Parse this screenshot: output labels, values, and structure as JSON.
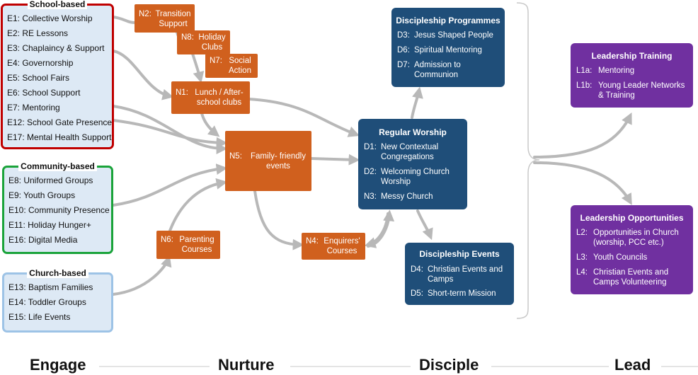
{
  "engage": {
    "school": {
      "title": "School-based",
      "items": [
        "E1: Collective Worship",
        "E2: RE Lessons",
        "E3: Chaplaincy & Support",
        "E4: Governorship",
        "E5: School Fairs",
        "E6: School Support",
        "E7: Mentoring",
        "E12: School Gate Presence",
        "E17: Mental Health Support"
      ],
      "border_color": "#c00000"
    },
    "community": {
      "title": "Community-based",
      "items": [
        "E8: Uniformed Groups",
        "E9: Youth Groups",
        "E10: Community Presence",
        "E11: Holiday Hunger+",
        "E16: Digital Media"
      ],
      "border_color": "#1aa33a"
    },
    "church": {
      "title": "Church-based",
      "items": [
        "E13: Baptism Families",
        "E14: Toddler Groups",
        "E15: Life Events"
      ],
      "border_color": "#9dc3e6"
    }
  },
  "nurture": {
    "n2": {
      "code": "N2:",
      "lines": [
        "Transition",
        "Support"
      ]
    },
    "n8": {
      "code": "N8:",
      "lines": [
        "Holiday",
        "Clubs"
      ]
    },
    "n7": {
      "code": "N7:",
      "lines": [
        "Social",
        "Action"
      ]
    },
    "n1": {
      "code": "N1:",
      "lines": [
        "Lunch / After-",
        "school clubs"
      ]
    },
    "n5": {
      "code": "N5:",
      "lines": [
        "Family- friendly",
        "events"
      ]
    },
    "n6": {
      "code": "N6:",
      "lines": [
        "Parenting",
        "Courses"
      ]
    },
    "n4": {
      "code": "N4:",
      "lines": [
        "Enquirers'",
        "Courses"
      ]
    },
    "color": "#d0601e"
  },
  "disciple": {
    "programmes": {
      "title": "Discipleship Programmes",
      "items": [
        {
          "code": "D3:",
          "lines": [
            "Jesus Shaped People"
          ]
        },
        {
          "code": "D6:",
          "lines": [
            "Spiritual Mentoring"
          ]
        },
        {
          "code": "D7:",
          "lines": [
            "Admission to",
            "Communion"
          ]
        }
      ]
    },
    "worship": {
      "title": "Regular Worship",
      "items": [
        {
          "code": "D1:",
          "lines": [
            "New Contextual",
            "Congregations"
          ]
        },
        {
          "code": "D2:",
          "lines": [
            "Welcoming Church",
            "Worship"
          ]
        },
        {
          "code": "N3:",
          "lines": [
            "Messy Church"
          ]
        }
      ]
    },
    "events": {
      "title": "Discipleship Events",
      "items": [
        {
          "code": "D4:",
          "lines": [
            "Christian Events and",
            "Camps"
          ]
        },
        {
          "code": "D5:",
          "lines": [
            "Short-term Mission"
          ]
        }
      ]
    },
    "color": "#1f4e79"
  },
  "lead": {
    "training": {
      "title": "Leadership Training",
      "items": [
        {
          "code": "L1a:",
          "lines": [
            "Mentoring"
          ]
        },
        {
          "code": "L1b:",
          "lines": [
            "Young Leader Networks",
            "& Training"
          ]
        }
      ]
    },
    "opportunities": {
      "title": "Leadership Opportunities",
      "items": [
        {
          "code": "L2:",
          "lines": [
            "Opportunities in Church",
            "(worship, PCC etc.)"
          ]
        },
        {
          "code": "L3:",
          "lines": [
            "Youth Councils"
          ]
        },
        {
          "code": "L4:",
          "lines": [
            "Christian Events and",
            "Camps Volunteering"
          ]
        }
      ]
    },
    "color": "#7030a0"
  },
  "stages": [
    "Engage",
    "Nurture",
    "Disciple",
    "Lead"
  ],
  "arrow_color": "#b8b8b8"
}
